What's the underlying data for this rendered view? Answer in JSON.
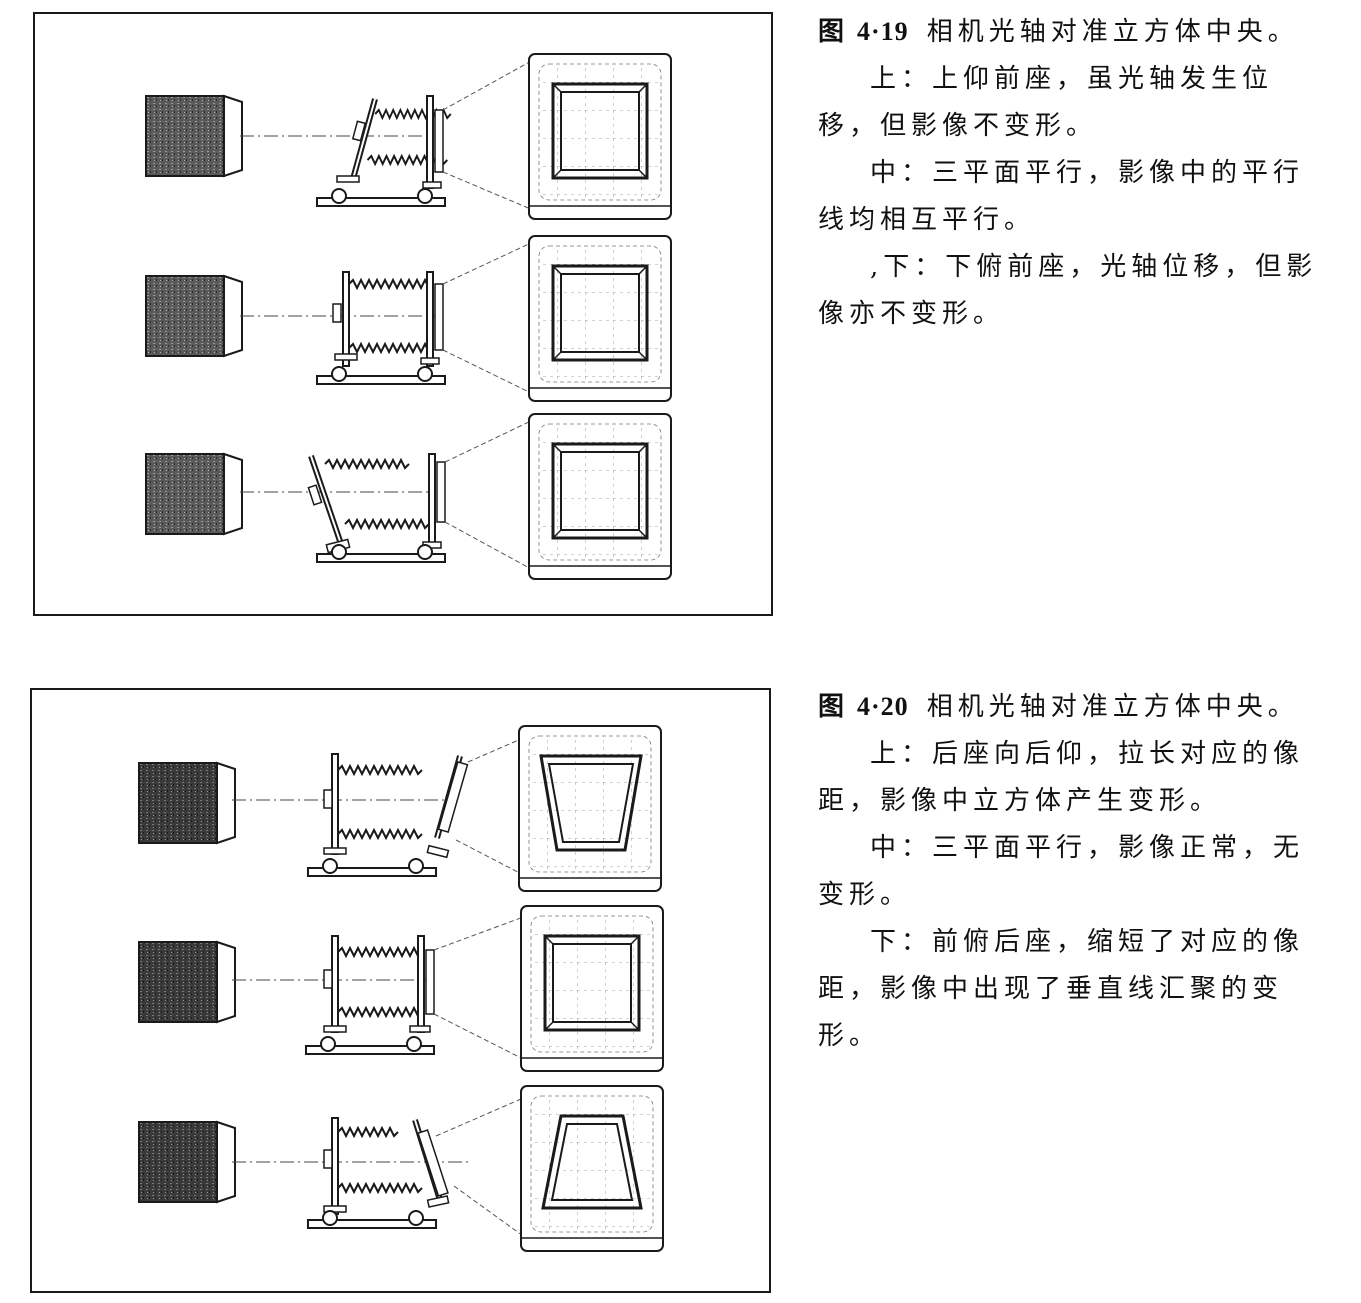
{
  "figures": [
    {
      "id": "4·19",
      "label": "图",
      "number": "4·19",
      "title": "相机光轴对准立方体中央。",
      "paragraphs": [
        "上：上仰前座，虽光轴发生位移，但影像不变形。",
        "中：三平面平行，影像中的平行线均相互平行。",
        ",下：下俯前座，光轴位移，但影像亦不变形。"
      ],
      "rows": [
        {
          "position": "top",
          "front_standard": "tilted-back",
          "rear_standard": "vertical",
          "image_shape": "square"
        },
        {
          "position": "middle",
          "front_standard": "vertical",
          "rear_standard": "vertical",
          "image_shape": "square"
        },
        {
          "position": "bottom",
          "front_standard": "tilted-forward",
          "rear_standard": "vertical",
          "image_shape": "square"
        }
      ]
    },
    {
      "id": "4·20",
      "label": "图",
      "number": "4·20",
      "title": "相机光轴对准立方体中央。",
      "paragraphs": [
        "上：后座向后仰，拉长对应的像距，影像中立方体产生变形。",
        "中：三平面平行，影像正常，无变形。",
        "下：前俯后座，缩短了对应的像距，影像中出现了垂直线汇聚的变形。"
      ],
      "rows": [
        {
          "position": "top",
          "front_standard": "vertical",
          "rear_standard": "tilted-back",
          "image_shape": "trapezoid-wide-top"
        },
        {
          "position": "middle",
          "front_standard": "vertical",
          "rear_standard": "vertical",
          "image_shape": "square"
        },
        {
          "position": "bottom",
          "front_standard": "vertical",
          "rear_standard": "tilted-forward",
          "image_shape": "trapezoid-wide-bottom"
        }
      ]
    }
  ],
  "colors": {
    "ink": "#1a1a1a",
    "cube_fill": "#4a4a4a",
    "paper": "#ffffff"
  }
}
